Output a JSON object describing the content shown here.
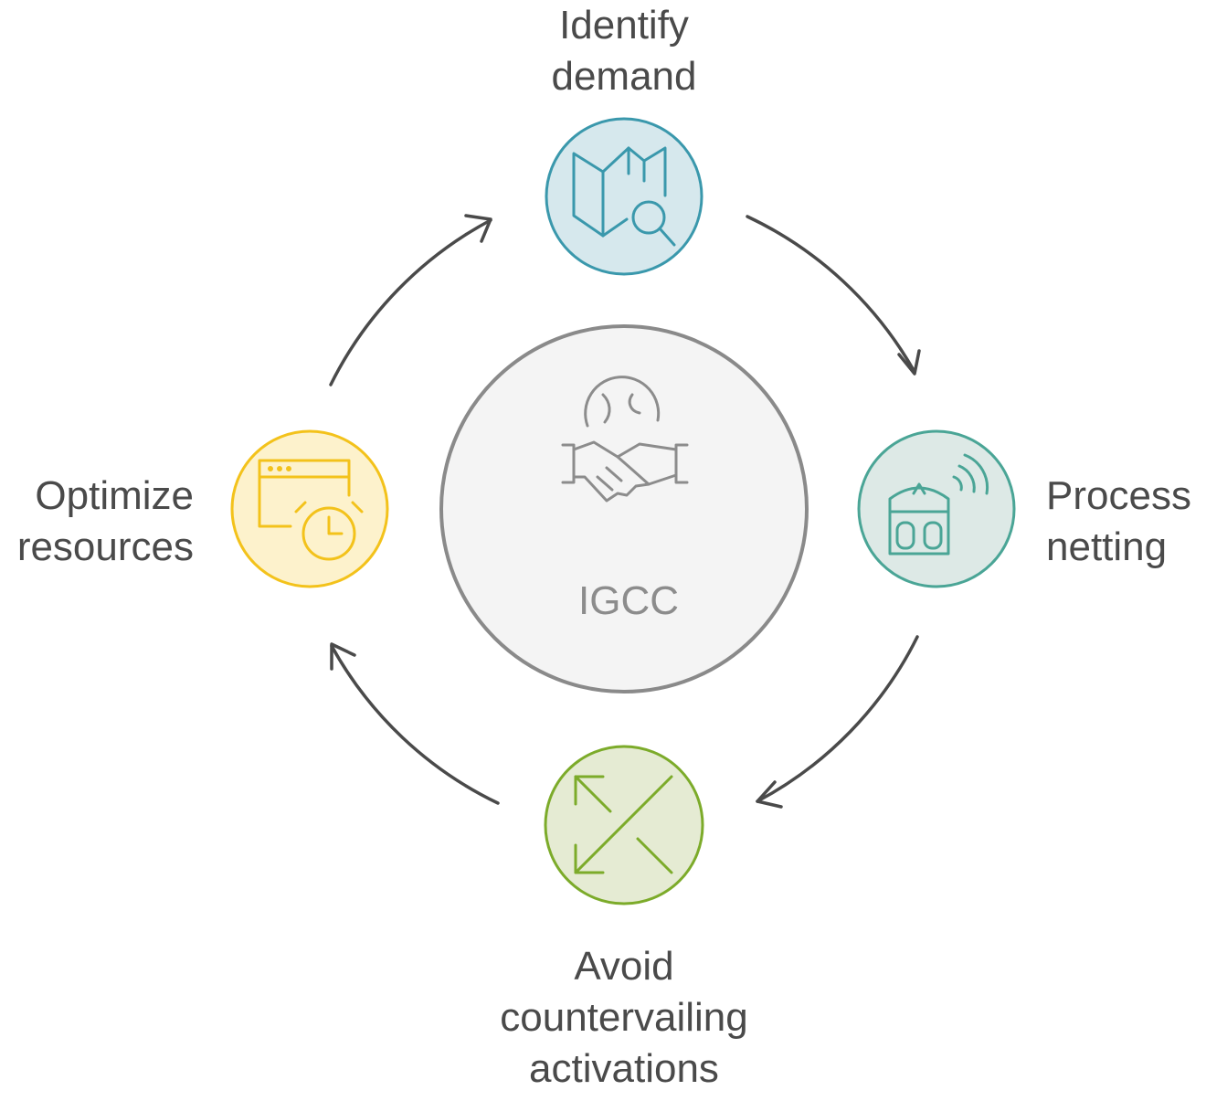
{
  "center": {
    "label": "IGCC",
    "icon": "handshake-globe-icon"
  },
  "steps": [
    {
      "lines": [
        "Identify",
        "demand"
      ],
      "icon": "map-search-icon",
      "color": "#3a98ac",
      "fill": "#d6e8ed"
    },
    {
      "lines": [
        "Process",
        "netting"
      ],
      "icon": "scale-signal-icon",
      "color": "#4aa596",
      "fill": "#dde9e6"
    },
    {
      "lines": [
        "Avoid",
        "countervailing",
        "activations"
      ],
      "icon": "diagonal-arrows-icon",
      "color": "#7cab2a",
      "fill": "#e5ebd3"
    },
    {
      "lines": [
        "Optimize",
        "resources"
      ],
      "icon": "browser-clock-icon",
      "color": "#f3c21b",
      "fill": "#fdf2cc"
    }
  ],
  "colors": {
    "text": "#4a4a4a",
    "arrow": "#4a4a4a",
    "center_stroke": "#8a8a8a",
    "center_fill": "#f4f4f4",
    "center_text": "#8c8c8c"
  }
}
